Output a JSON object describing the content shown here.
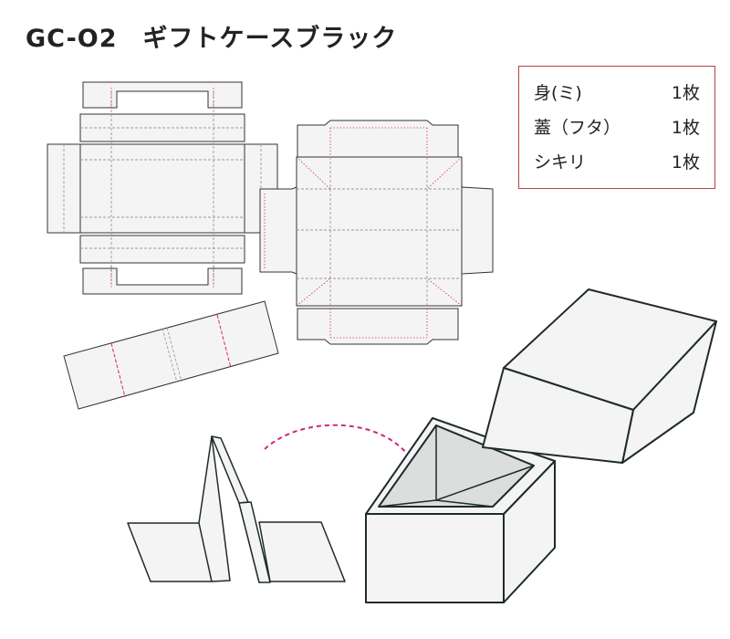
{
  "title": {
    "code": "GC-O2",
    "name": "ギフトケースブラック"
  },
  "parts": [
    {
      "name": "身(ミ)",
      "qty": "1枚"
    },
    {
      "name": "蓋（フタ）",
      "qty": "1枚"
    },
    {
      "name": "シキリ",
      "qty": "1枚"
    }
  ],
  "colors": {
    "cut_line": "#333333",
    "fold_line": "#9a9a9a",
    "perforation_line": "#d6247a",
    "panel_fill": "#f4f4f4",
    "inner_fill": "#dcdedd",
    "outline_dark": "#1f2b2b",
    "box_border": "#b3424a"
  },
  "icons": {
    "insert_arrow": "curved-dashed-arrow-icon"
  }
}
